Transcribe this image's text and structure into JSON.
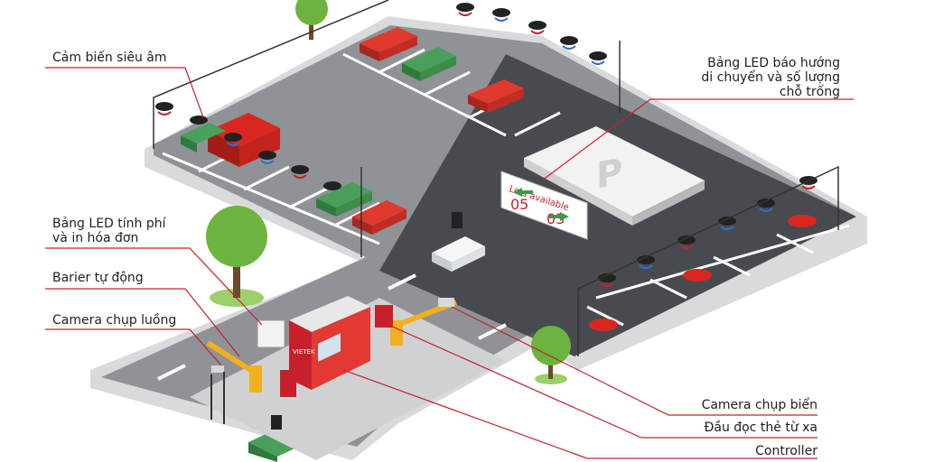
{
  "labels": {
    "ultrasonic_sensor": "Cảm biến siêu âm",
    "led_guidance_line1": "Bảng LED báo hướng",
    "led_guidance_line2": "di chuyển và số lượng",
    "led_guidance_line3": "chỗ trống",
    "led_fee_line1": "Bảng LED tính phí",
    "led_fee_line2": "và in hóa đơn",
    "auto_barrier": "Barier tự động",
    "lane_camera": "Camera chụp luồng",
    "plate_camera": "Camera chụp biển",
    "remote_card_reader": "Đầu đọc thẻ từ xa",
    "controller": "Controller"
  },
  "led_sign": {
    "header": "Lots available",
    "left_count": "05",
    "right_count": "03"
  },
  "booth_brand": "VIETEK",
  "parking_letter": "P",
  "colors": {
    "accent_red": "#c8202a",
    "asphalt": "#8f9296",
    "asphalt_dark": "#3b3e44",
    "curb": "#d9dadc",
    "callout_line": "#c8202a",
    "tree_green": "#6db33f",
    "car_green": "#4aa05a"
  }
}
